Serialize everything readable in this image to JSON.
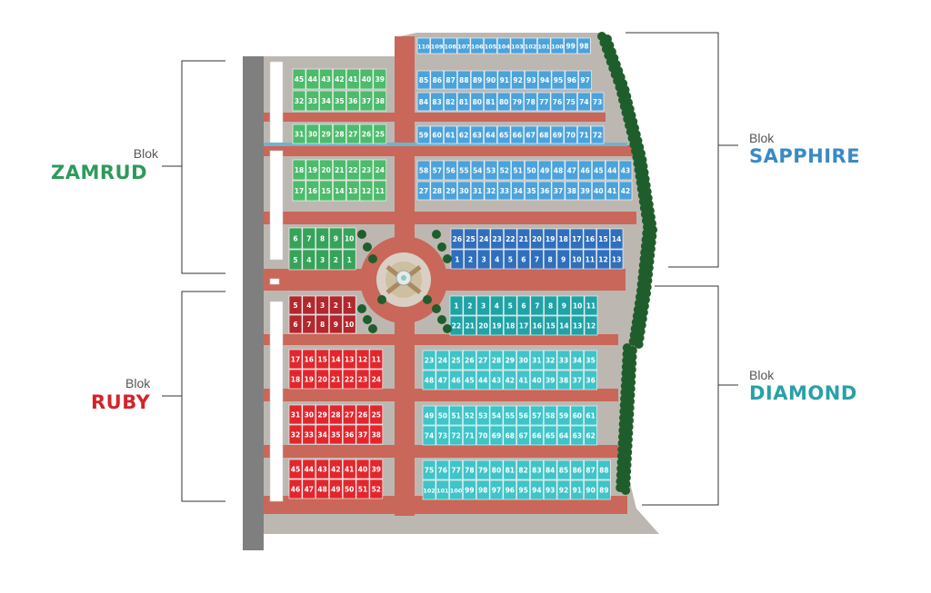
{
  "blocks": {
    "zamrud": {
      "prefix": "Blok",
      "name": "ZAMRUD",
      "color": "#2e9a5a"
    },
    "sapphire": {
      "prefix": "Blok",
      "name": "SAPPHIRE",
      "color": "#3a8ac4"
    },
    "ruby": {
      "prefix": "Blok",
      "name": "RUBY",
      "color": "#d4232a"
    },
    "diamond": {
      "prefix": "Blok",
      "name": "DIAMOND",
      "color": "#2aa0a8"
    }
  },
  "colors": {
    "zamrud_plot": "#4cbb6c",
    "zamrud_dark": "#36a35a",
    "sapphire_plot": "#4aa3dc",
    "sapphire_dark": "#2f6fbd",
    "ruby_plot": "#e3262d",
    "ruby_dark": "#b3272d",
    "diamond_plot": "#3fc4c8",
    "diamond_dark": "#1fa3a6",
    "road": "#c9675a",
    "ground": "#b9b4b0",
    "border_road": "#7f7f7f",
    "tree": "#1f5e2c"
  },
  "rows": {
    "sapphire_top": [
      "110",
      "109",
      "108",
      "107",
      "106",
      "105",
      "104",
      "103",
      "102",
      "101",
      "100",
      "99",
      "98"
    ],
    "sapphire_r1": [
      "85",
      "86",
      "87",
      "88",
      "89",
      "90",
      "91",
      "92",
      "93",
      "94",
      "95",
      "96",
      "97"
    ],
    "sapphire_r2": [
      "84",
      "83",
      "82",
      "81",
      "80",
      "81",
      "80",
      "79",
      "78",
      "77",
      "76",
      "75",
      "74",
      "73"
    ],
    "sapphire_r3": [
      "59",
      "60",
      "61",
      "62",
      "63",
      "64",
      "65",
      "66",
      "67",
      "68",
      "69",
      "70",
      "71",
      "72"
    ],
    "sapphire_r4": [
      "58",
      "57",
      "56",
      "55",
      "54",
      "53",
      "52",
      "51",
      "50",
      "49",
      "48",
      "47",
      "46",
      "45",
      "44",
      "43"
    ],
    "sapphire_r5": [
      "27",
      "28",
      "29",
      "30",
      "31",
      "32",
      "33",
      "34",
      "35",
      "36",
      "37",
      "38",
      "39",
      "40",
      "41",
      "42"
    ],
    "sapphire_r6": [
      "26",
      "25",
      "24",
      "23",
      "22",
      "21",
      "20",
      "19",
      "18",
      "17",
      "16",
      "15",
      "14"
    ],
    "sapphire_r7": [
      "1",
      "2",
      "3",
      "4",
      "5",
      "6",
      "7",
      "8",
      "9",
      "10",
      "11",
      "12",
      "13"
    ],
    "zamrud_r1": [
      "45",
      "44",
      "43",
      "42",
      "41",
      "40",
      "39"
    ],
    "zamrud_r2": [
      "32",
      "33",
      "34",
      "35",
      "36",
      "37",
      "38"
    ],
    "zamrud_r3": [
      "31",
      "30",
      "29",
      "28",
      "27",
      "26",
      "25"
    ],
    "zamrud_r4": [
      "18",
      "19",
      "20",
      "21",
      "22",
      "23",
      "24"
    ],
    "zamrud_r5": [
      "17",
      "16",
      "15",
      "14",
      "13",
      "12",
      "11"
    ],
    "zamrud_r6": [
      "6",
      "7",
      "8",
      "9",
      "10"
    ],
    "zamrud_r7": [
      "5",
      "4",
      "3",
      "2",
      "1"
    ],
    "ruby_r1": [
      "5",
      "4",
      "3",
      "2",
      "1"
    ],
    "ruby_r2": [
      "6",
      "7",
      "8",
      "9",
      "10"
    ],
    "ruby_r3": [
      "17",
      "16",
      "15",
      "14",
      "13",
      "12",
      "11"
    ],
    "ruby_r4": [
      "18",
      "19",
      "20",
      "21",
      "22",
      "23",
      "24"
    ],
    "ruby_r5": [
      "31",
      "30",
      "29",
      "28",
      "27",
      "26",
      "25"
    ],
    "ruby_r6": [
      "32",
      "33",
      "34",
      "35",
      "36",
      "37",
      "38"
    ],
    "ruby_r7": [
      "45",
      "44",
      "43",
      "42",
      "41",
      "40",
      "39"
    ],
    "ruby_r8": [
      "46",
      "47",
      "48",
      "49",
      "50",
      "51",
      "52"
    ],
    "diamond_r1": [
      "1",
      "2",
      "3",
      "4",
      "5",
      "6",
      "7",
      "8",
      "9",
      "10",
      "11"
    ],
    "diamond_r2": [
      "22",
      "21",
      "20",
      "19",
      "18",
      "17",
      "16",
      "15",
      "14",
      "13",
      "12"
    ],
    "diamond_r3": [
      "23",
      "24",
      "25",
      "26",
      "27",
      "28",
      "29",
      "30",
      "31",
      "32",
      "33",
      "34",
      "35"
    ],
    "diamond_r4": [
      "48",
      "47",
      "46",
      "45",
      "44",
      "43",
      "42",
      "41",
      "40",
      "39",
      "38",
      "37",
      "36"
    ],
    "diamond_r5": [
      "49",
      "50",
      "51",
      "52",
      "53",
      "54",
      "55",
      "56",
      "57",
      "58",
      "59",
      "60",
      "61"
    ],
    "diamond_r6": [
      "74",
      "73",
      "72",
      "71",
      "70",
      "69",
      "68",
      "67",
      "66",
      "65",
      "64",
      "63",
      "62"
    ],
    "diamond_r7": [
      "75",
      "76",
      "77",
      "78",
      "79",
      "80",
      "81",
      "82",
      "83",
      "84",
      "85",
      "86",
      "87",
      "88"
    ],
    "diamond_r8": [
      "102",
      "101",
      "100",
      "99",
      "98",
      "97",
      "96",
      "95",
      "94",
      "93",
      "92",
      "91",
      "90",
      "89"
    ]
  }
}
